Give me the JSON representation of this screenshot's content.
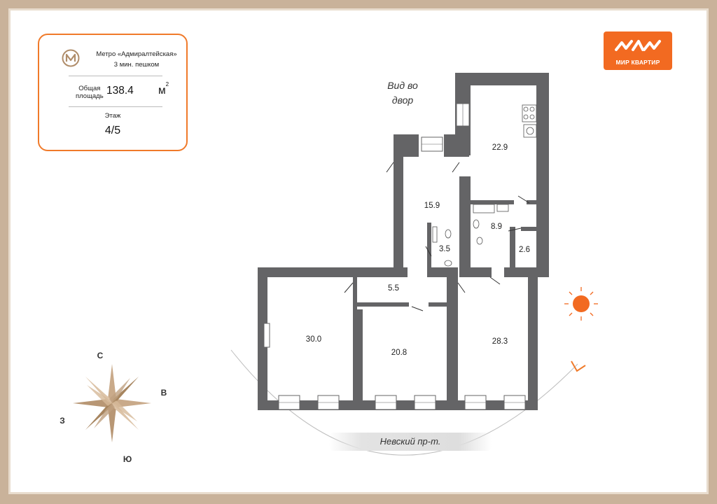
{
  "info": {
    "metro_line1": "Метро «Адмиралтейская»",
    "metro_line2": "3 мин. пешком",
    "area_label_line1": "Общая",
    "area_label_line2": "площадь",
    "area_value": "138.4",
    "area_unit": "м",
    "area_unit_sup": "2",
    "floor_label": "Этаж",
    "floor_value": "4/5"
  },
  "brand": {
    "name": "МИР КВАРТИР",
    "color": "#f26a21"
  },
  "view_label": {
    "line1": "Вид во",
    "line2": "двор"
  },
  "rooms": [
    {
      "id": "kitchen",
      "area": "22.9"
    },
    {
      "id": "hall-upper",
      "area": "15.9"
    },
    {
      "id": "bathroom",
      "area": "8.9"
    },
    {
      "id": "wc",
      "area": "3.5"
    },
    {
      "id": "closet",
      "area": "2.6"
    },
    {
      "id": "corridor",
      "area": "5.5"
    },
    {
      "id": "room-west",
      "area": "30.0"
    },
    {
      "id": "room-middle",
      "area": "20.8"
    },
    {
      "id": "room-east",
      "area": "28.3"
    }
  ],
  "compass": {
    "north": "С",
    "east": "В",
    "west": "З",
    "south": "Ю"
  },
  "street": "Невский пр-т.",
  "colors": {
    "wall": "#646466",
    "accent": "#f07a2a",
    "compass": "#c9aa8a"
  }
}
